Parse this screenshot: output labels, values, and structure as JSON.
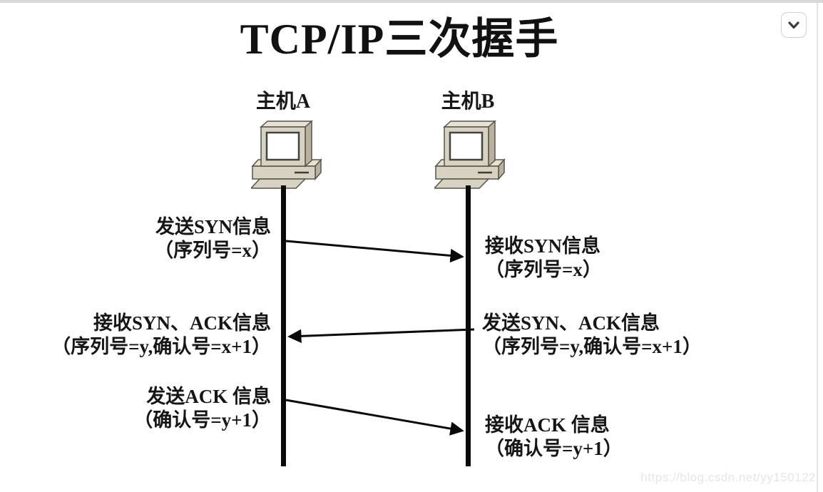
{
  "page": {
    "title": "TCP/IP三次握手",
    "watermark": "https://blog.csdn.net/yy150122",
    "background": "#ffffff"
  },
  "controls": {
    "collapse_button": {
      "icon": "chevron-down"
    }
  },
  "diagram": {
    "hosts": [
      {
        "label": "主机A",
        "icon": "computer-icon"
      },
      {
        "label": "主机B",
        "icon": "computer-icon"
      }
    ],
    "exchanges": [
      {
        "send": {
          "line1": "发送SYN信息",
          "line2": "（序列号=x）"
        },
        "receive": {
          "line1": "接收SYN信息",
          "line2": "（序列号=x）"
        },
        "arrow": {
          "name": "syn-arrow",
          "from": "主机A",
          "to": "主机B"
        }
      },
      {
        "send": {
          "line1": "发送SYN、ACK信息",
          "line2": "（序列号=y,确认号=x+1）"
        },
        "receive": {
          "line1": "接收SYN、ACK信息",
          "line2": "（序列号=y,确认号=x+1）"
        },
        "arrow": {
          "name": "syn-ack-arrow",
          "from": "主机B",
          "to": "主机A"
        }
      },
      {
        "send": {
          "line1": "发送ACK 信息",
          "line2": "（确认号=y+1）"
        },
        "receive": {
          "line1": "接收ACK 信息",
          "line2": "（确认号=y+1）"
        },
        "arrow": {
          "name": "ack-arrow",
          "from": "主机A",
          "to": "主机B"
        }
      }
    ],
    "colors": {
      "lifeline": "#0a0a0a",
      "arrow": "#0a0a0a",
      "computer_body": "#d8d2c2",
      "computer_light": "#e6e1d2",
      "computer_shade": "#b9b19e"
    }
  }
}
